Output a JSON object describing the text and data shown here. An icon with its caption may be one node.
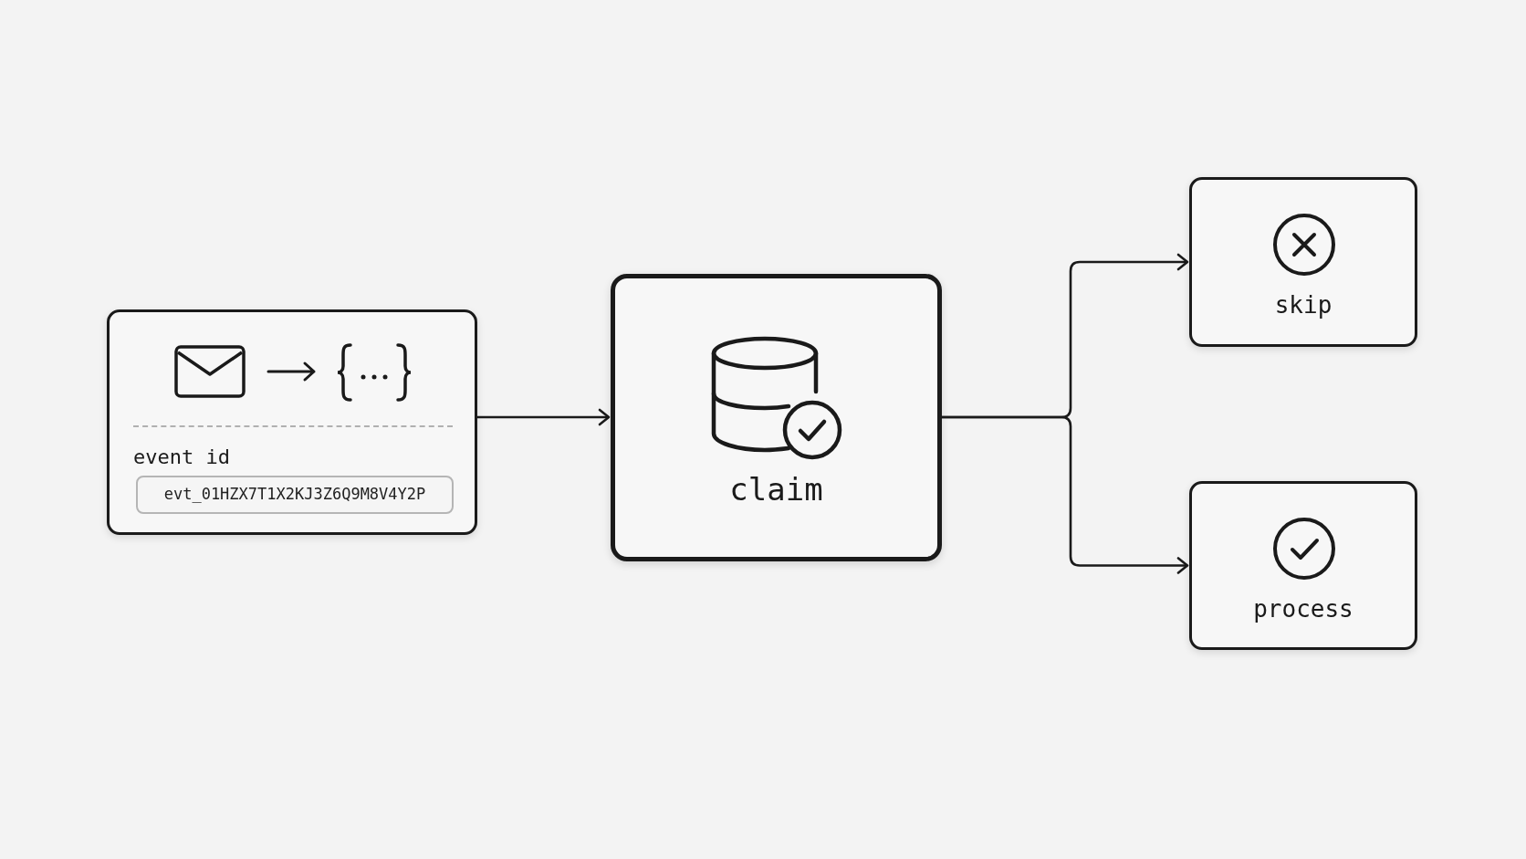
{
  "diagram": {
    "nodes": [
      {
        "text": [
          "event id"
        ]
      },
      {
        "text": [
          "evt_01HZX7T1X2KJ3Z6Q9M8V4Y2P"
        ],
        "in": 0
      },
      {
        "text": [
          "claim"
        ]
      },
      {
        "text": [
          "skip"
        ]
      },
      {
        "text": [
          "process"
        ]
      }
    ],
    "edges": [
      {
        "from": 0,
        "to": 2,
        "arrow": "to"
      },
      {
        "from": 2,
        "to": 3,
        "arrow": "to"
      },
      {
        "from": 2,
        "to": 4,
        "arrow": "to"
      }
    ]
  }
}
